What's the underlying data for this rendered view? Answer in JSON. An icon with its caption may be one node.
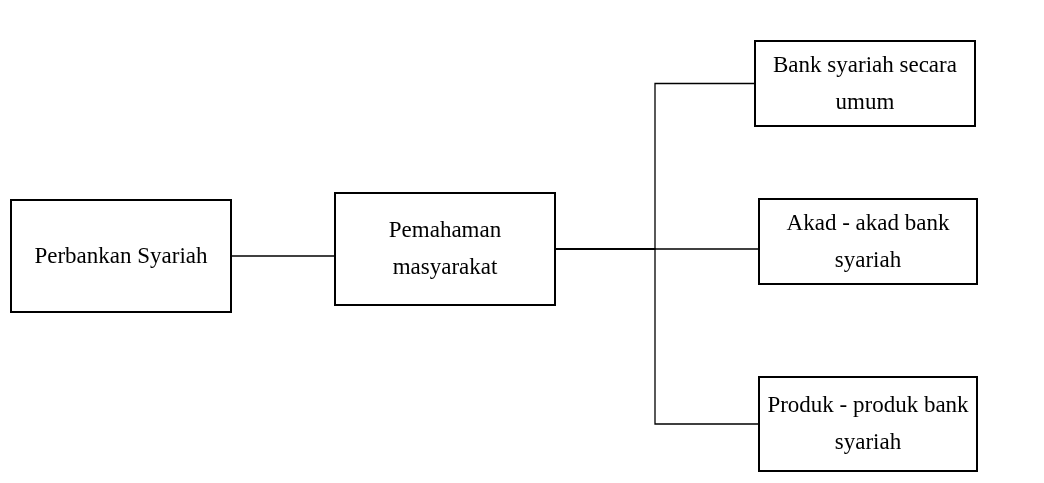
{
  "diagram": {
    "nodes": [
      {
        "text": [
          "Perbankan Syariah"
        ]
      },
      {
        "text": [
          "Pemahaman masyarakat"
        ]
      },
      {
        "text": [
          "Bank syariah secara umum"
        ]
      },
      {
        "text": [
          "Akad - akad bank syariah"
        ]
      },
      {
        "text": [
          "Produk - produk bank syariah"
        ]
      }
    ],
    "edges": [
      {
        "from": 0,
        "to": 1,
        "arrow": "none"
      },
      {
        "from": 1,
        "to": 2,
        "arrow": "none"
      },
      {
        "from": 1,
        "to": 3,
        "arrow": "none"
      },
      {
        "from": 1,
        "to": 4,
        "arrow": "none"
      }
    ]
  }
}
